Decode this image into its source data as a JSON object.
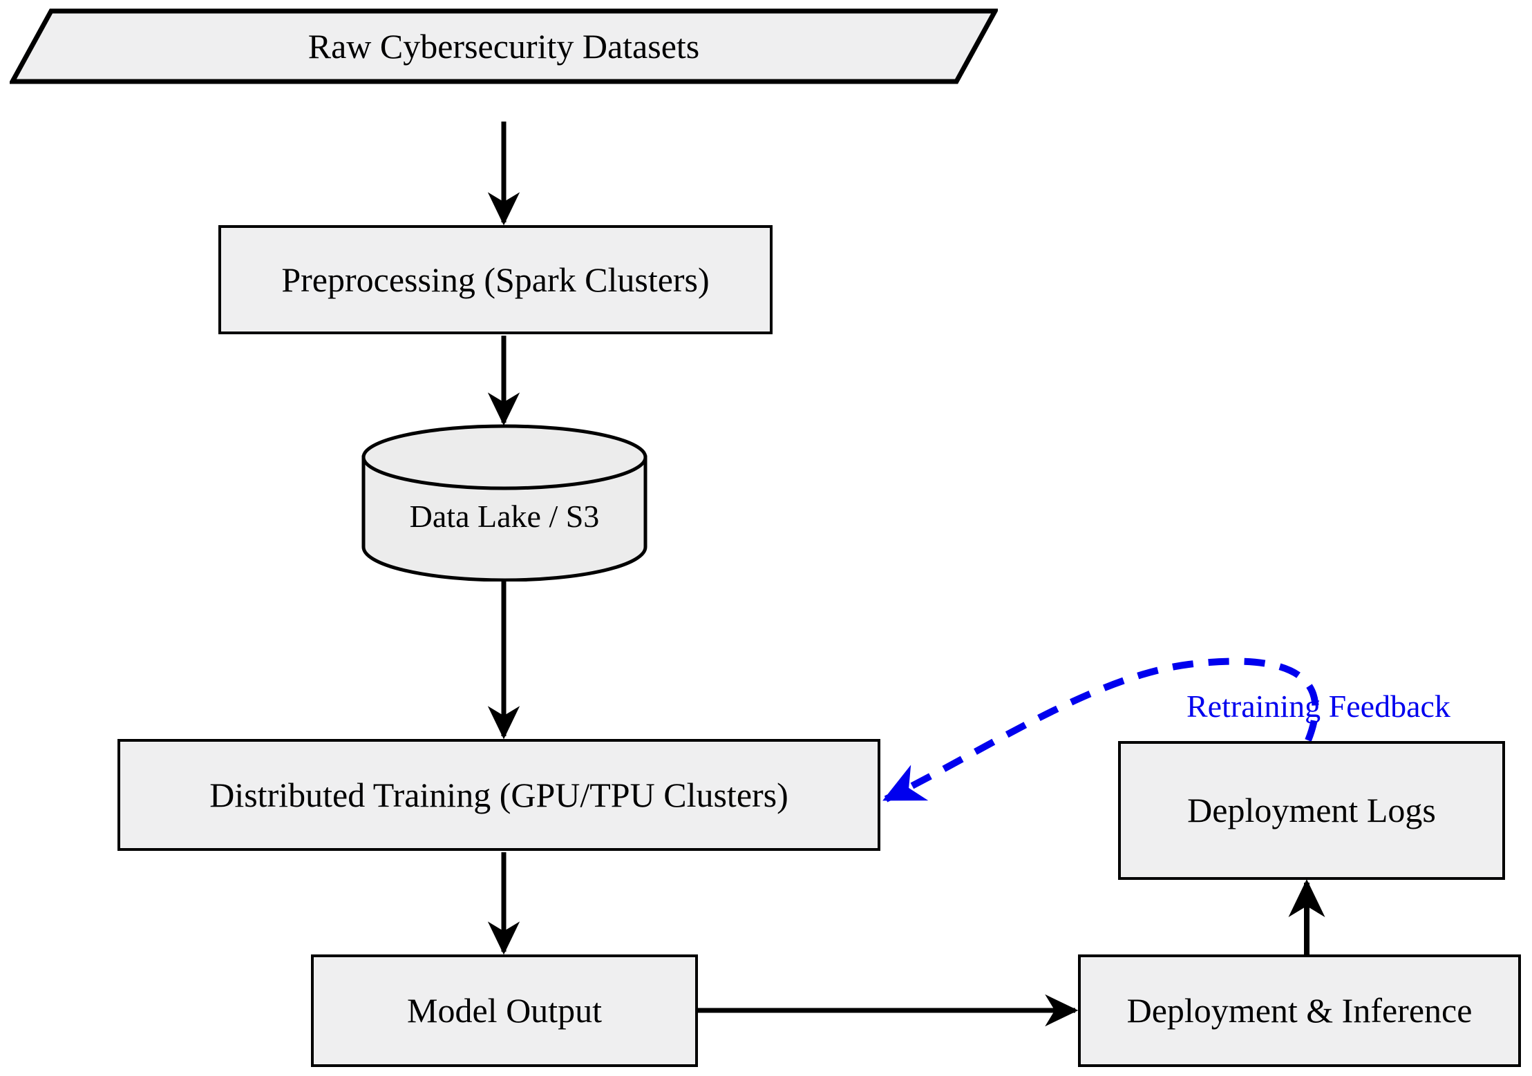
{
  "diagram": {
    "title": "Cybersecurity ML Pipeline Flowchart",
    "type": "flowchart",
    "background_color": "#ffffff",
    "node_fill_color": "#efeff0",
    "node_border_color": "#000000",
    "feedback_edge_color": "#0000ee",
    "nodes": [
      {
        "id": "raw-data",
        "label": "Raw Cybersecurity Datasets",
        "shape": "parallelogram"
      },
      {
        "id": "preprocessing",
        "label": "Preprocessing (Spark Clusters)",
        "shape": "rectangle"
      },
      {
        "id": "data-lake",
        "label": "Data Lake / S3",
        "shape": "cylinder"
      },
      {
        "id": "training",
        "label": "Distributed Training (GPU/TPU Clusters)",
        "shape": "rectangle"
      },
      {
        "id": "model-output",
        "label": "Model Output",
        "shape": "rectangle"
      },
      {
        "id": "deploy-inference",
        "label": "Deployment & Inference",
        "shape": "rectangle"
      },
      {
        "id": "deploy-logs",
        "label": "Deployment Logs",
        "shape": "rectangle"
      }
    ],
    "edges": [
      {
        "id": "e1",
        "from": "raw-data",
        "to": "preprocessing",
        "label": "",
        "style": "solid",
        "color": "#000000"
      },
      {
        "id": "e2",
        "from": "preprocessing",
        "to": "data-lake",
        "label": "",
        "style": "solid",
        "color": "#000000"
      },
      {
        "id": "e3",
        "from": "data-lake",
        "to": "training",
        "label": "",
        "style": "solid",
        "color": "#000000"
      },
      {
        "id": "e4",
        "from": "training",
        "to": "model-output",
        "label": "",
        "style": "solid",
        "color": "#000000"
      },
      {
        "id": "e5",
        "from": "model-output",
        "to": "deploy-inference",
        "label": "",
        "style": "solid",
        "color": "#000000"
      },
      {
        "id": "e6",
        "from": "deploy-inference",
        "to": "deploy-logs",
        "label": "",
        "style": "solid",
        "color": "#000000"
      },
      {
        "id": "e7",
        "from": "deploy-logs",
        "to": "training",
        "label": "Retraining Feedback",
        "style": "dashed",
        "color": "#0000ee"
      }
    ]
  }
}
